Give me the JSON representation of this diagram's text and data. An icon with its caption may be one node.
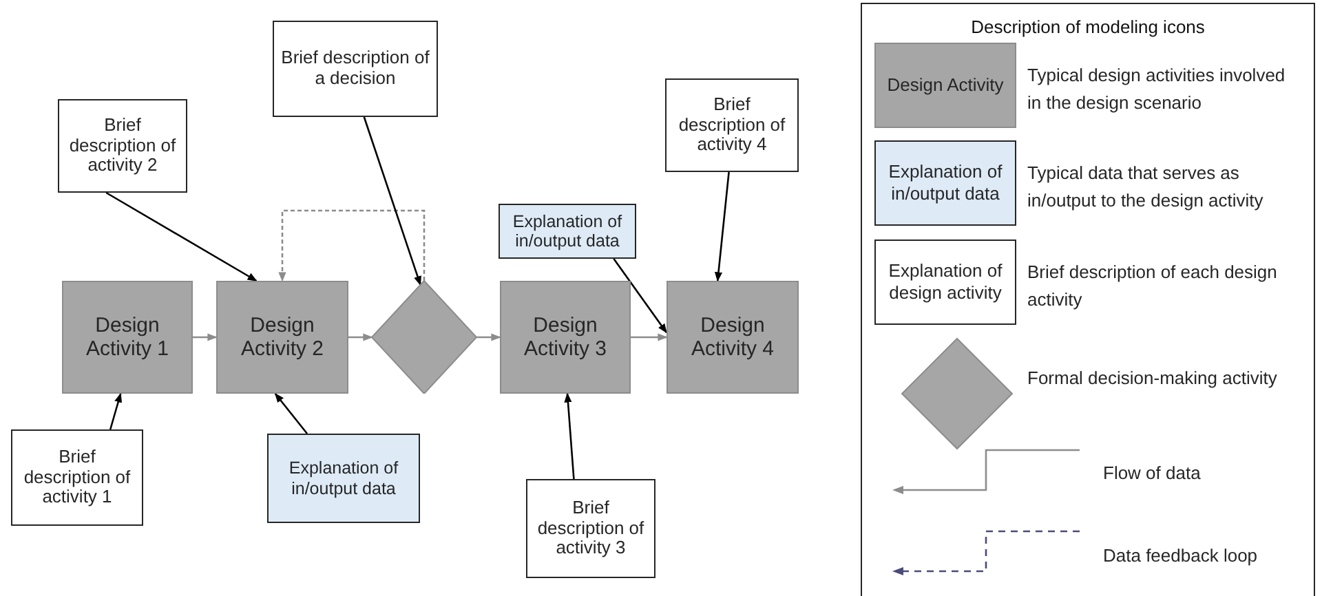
{
  "diagram": {
    "nodes": [
      {
        "text": [
          "Brief description of a decision"
        ]
      },
      {
        "text": [
          "Brief description of activity 2"
        ]
      },
      {
        "text": [
          "Brief description of activity 4"
        ]
      },
      {
        "text": [
          "Explanation of in/output data"
        ]
      },
      {
        "text": [
          "Design Activity 1"
        ]
      },
      {
        "text": [
          "Design Activity 2"
        ]
      },
      {
        "text": [],
        "shape": "diamond"
      },
      {
        "text": [
          "Design Activity 3"
        ]
      },
      {
        "text": [
          "Design Activity 4"
        ]
      },
      {
        "text": [
          "Brief description of activity 1"
        ]
      },
      {
        "text": [
          "Explanation of in/output data"
        ]
      },
      {
        "text": [
          "Brief description of activity 3"
        ]
      }
    ],
    "edges": [
      {
        "from": 4,
        "to": 5,
        "arrow": "to",
        "color": "#8c8c8c"
      },
      {
        "from": 5,
        "to": 6,
        "arrow": "to",
        "color": "#8c8c8c"
      },
      {
        "from": 6,
        "to": 7,
        "arrow": "to",
        "color": "#8c8c8c"
      },
      {
        "from": 7,
        "to": 8,
        "arrow": "to",
        "color": "#8c8c8c"
      },
      {
        "from": 6,
        "to": 5,
        "arrow": "to",
        "style": "dashed",
        "color": "#8c8c8c"
      },
      {
        "from": 1,
        "to": 5,
        "arrow": "to"
      },
      {
        "from": 0,
        "to": 6,
        "arrow": "to"
      },
      {
        "from": 3,
        "to": 8,
        "arrow": "to"
      },
      {
        "from": 2,
        "to": 8,
        "arrow": "to"
      },
      {
        "from": 9,
        "to": 4,
        "arrow": "to"
      },
      {
        "from": 10,
        "to": 5,
        "arrow": "to"
      },
      {
        "from": 11,
        "to": 7,
        "arrow": "to"
      }
    ],
    "labels": [
      "Description of modeling icons",
      "Design Activity",
      "Explanation of in/output data",
      "Explanation of design activity"
    ],
    "legend": [
      {
        "text": "Typical design activities involved in the design scenario"
      },
      {
        "text": "Typical data that serves as in/output to the design activity"
      },
      {
        "text": "Brief description of each design activity"
      },
      {
        "text": "Formal decision-making activity"
      },
      {
        "text": "Flow of data"
      },
      {
        "text": "Data feedback loop"
      }
    ]
  }
}
